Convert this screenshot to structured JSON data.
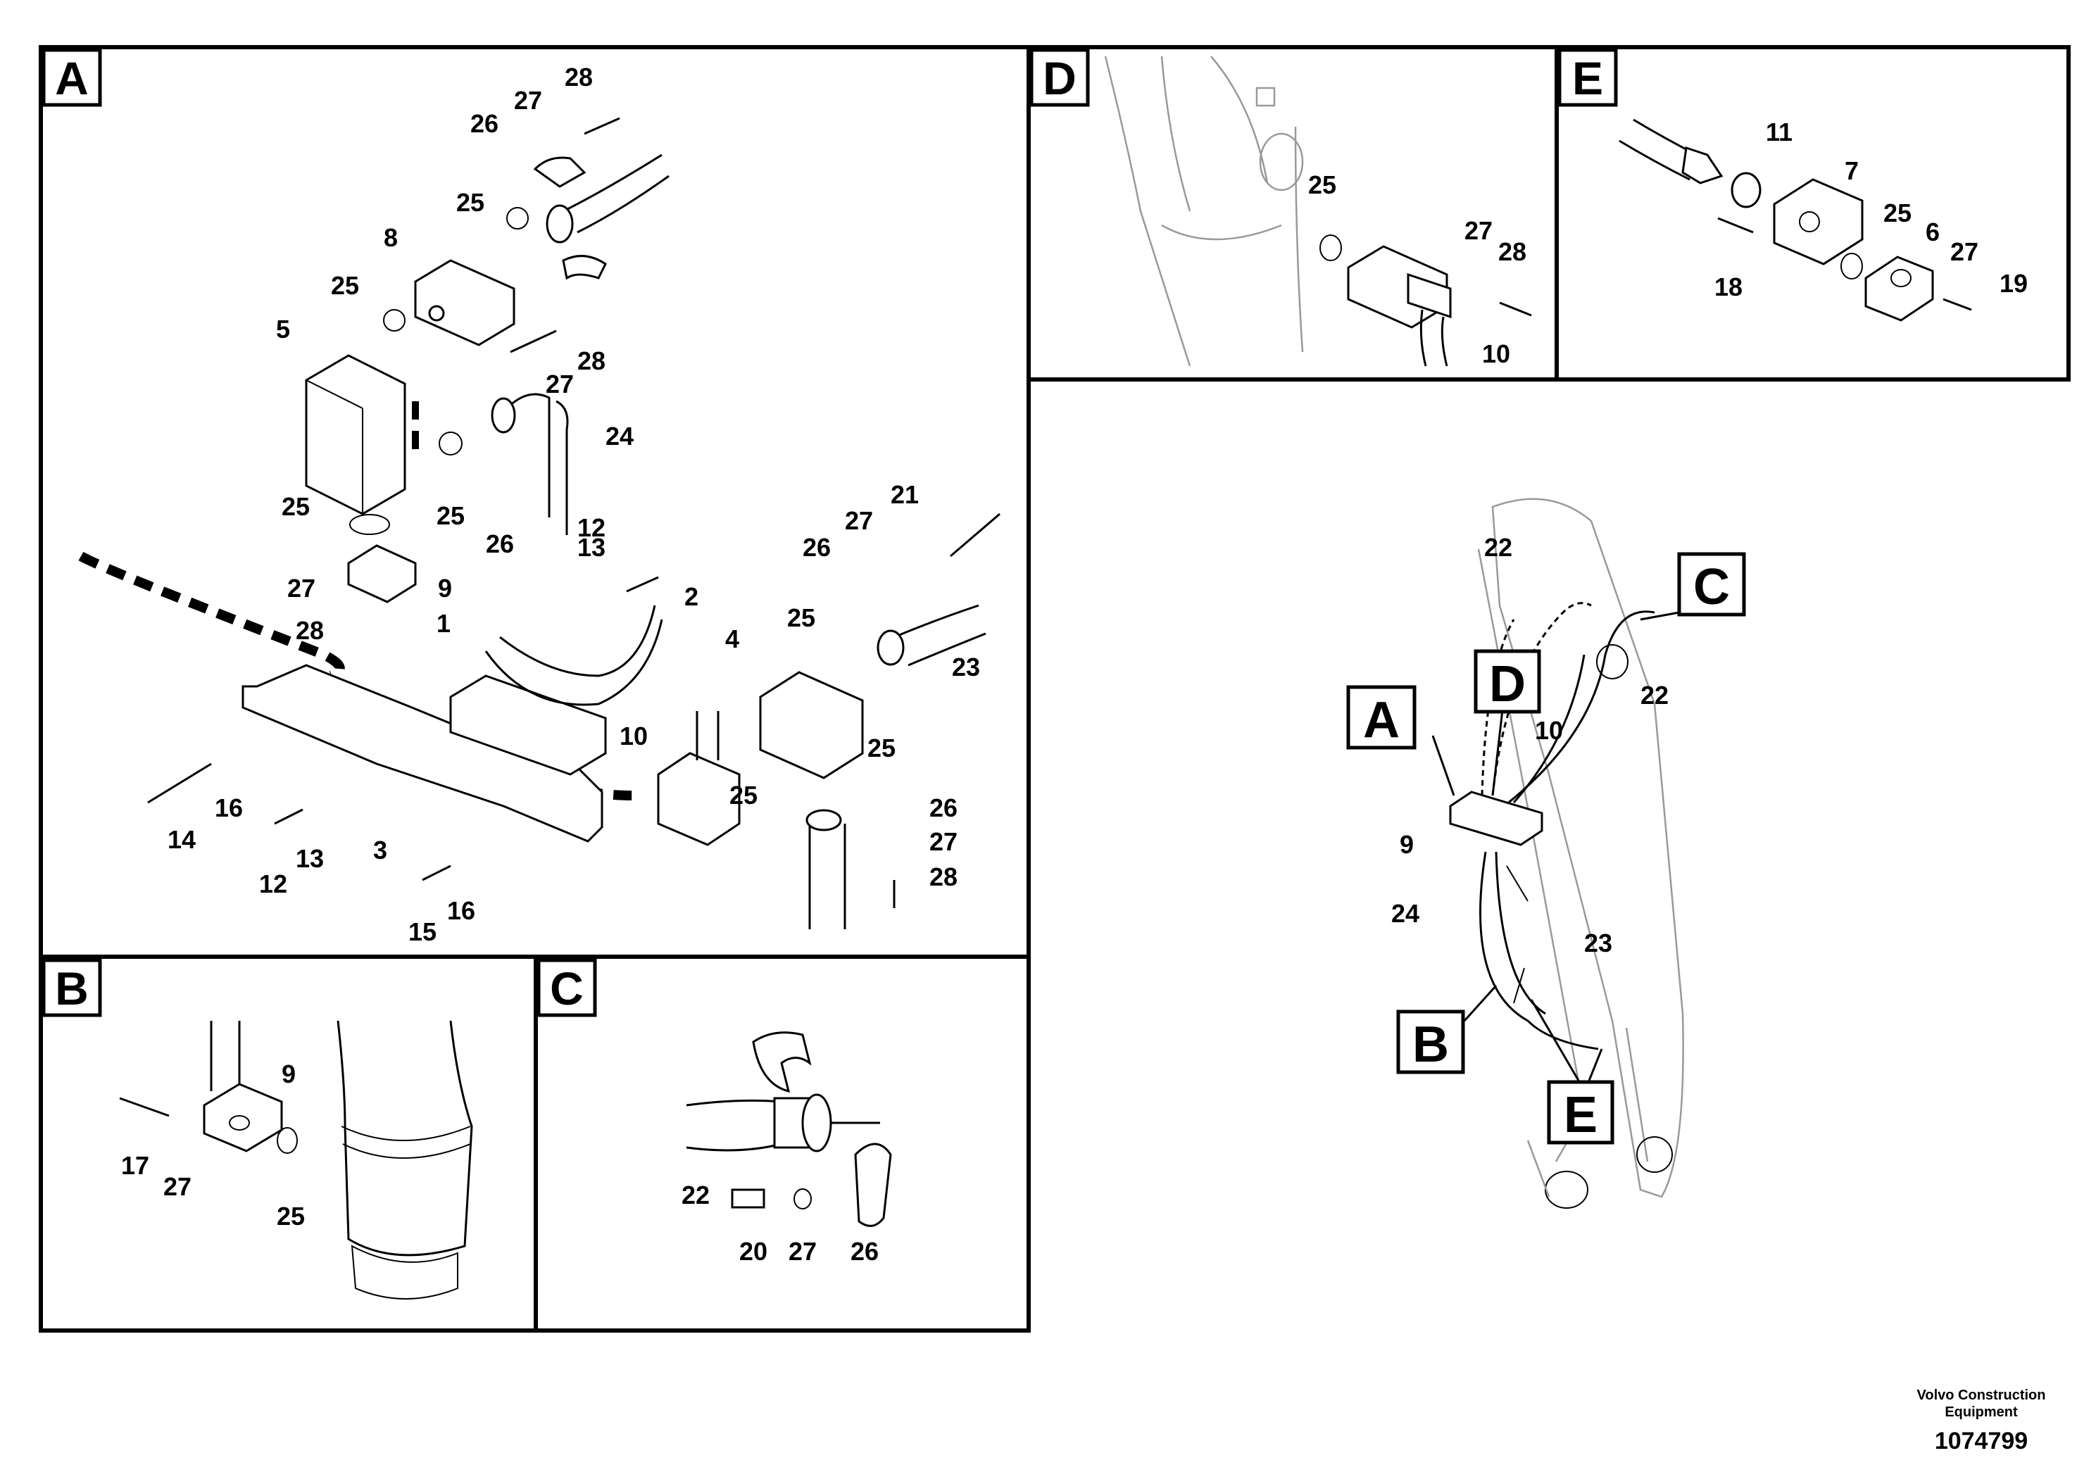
{
  "panels": {
    "A": "A",
    "B": "B",
    "C": "C",
    "D": "D",
    "E": "E"
  },
  "overview_labels": {
    "A": "A",
    "B": "B",
    "C": "C",
    "D": "D",
    "E": "E"
  },
  "callouts": {
    "A": [
      "28",
      "27",
      "26",
      "25",
      "8",
      "25",
      "5",
      "28",
      "27",
      "24",
      "25",
      "26",
      "25",
      "27",
      "9",
      "28",
      "12",
      "13",
      "1",
      "2",
      "21",
      "27",
      "26",
      "25",
      "23",
      "4",
      "10",
      "25",
      "25",
      "26",
      "27",
      "28",
      "14",
      "16",
      "13",
      "12",
      "3",
      "15",
      "16"
    ],
    "B": [
      "9",
      "17",
      "27",
      "25"
    ],
    "C": [
      "22",
      "20",
      "27",
      "26"
    ],
    "D": [
      "25",
      "27",
      "28",
      "10"
    ],
    "E": [
      "11",
      "7",
      "18",
      "25",
      "6",
      "27",
      "19"
    ],
    "overview": [
      "22",
      "22",
      "10",
      "9",
      "24",
      "23"
    ]
  },
  "footer": {
    "company_line1": "Volvo Construction",
    "company_line2": "Equipment",
    "doc_number": "1074799"
  }
}
